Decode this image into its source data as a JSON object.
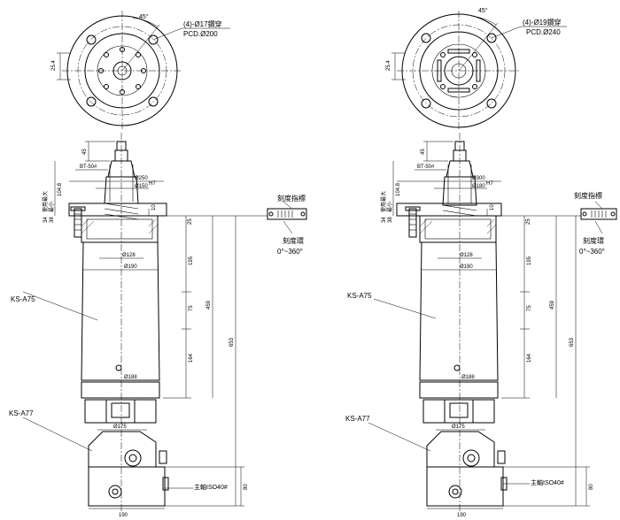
{
  "left": {
    "angle": "45°",
    "hole_note": "(4)-Ø17鑽穿",
    "pcd": "PCD.Ø200",
    "depth_label": "25.4",
    "bt_label": "BT-50#",
    "dim_250": "Ø250",
    "dim_150": "Ø150",
    "fit_150": "H7",
    "dim_45": "45",
    "dim_104": "104.8",
    "dim_10": "10",
    "dim_25": "25",
    "side_34": "34",
    "side_38": "38",
    "side_text1": "使用最大",
    "side_text2": "最小",
    "scale_label": "刻度指標",
    "ring_label": "刻度環",
    "range": "0°~360°",
    "dim_128": "Ø128",
    "dim_190_top": "Ø190",
    "dim_195": "195",
    "dim_459": "459",
    "dim_653": "653",
    "dim_75": "75",
    "dim_164": "164",
    "ka75": "KS-A75",
    "dim_188": "Ø188",
    "ka77": "KS-A77",
    "dim_175": "Ø175",
    "dim_80": "80",
    "spindle": "主軸ISO40#",
    "dim_190_bottom": "190"
  },
  "right": {
    "angle": "45°",
    "hole_note": "(4)-Ø19鑽穿",
    "pcd": "PCD.Ø240",
    "depth_label": "25.4",
    "bt_label": "BT-50#",
    "dim_300": "Ø300",
    "dim_180": "Ø180",
    "fit_180": "H7",
    "dim_45": "45",
    "dim_104": "104.8",
    "dim_10": "10",
    "dim_25": "25",
    "side_34": "34",
    "side_38": "38",
    "side_text1": "使用最大",
    "side_text2": "最小",
    "scale_label": "刻度指標",
    "ring_label": "刻度環",
    "range": "0°~360°",
    "dim_128": "Ø128",
    "dim_190_top": "Ø190",
    "dim_195": "195",
    "dim_459": "459",
    "dim_653": "653",
    "dim_75": "75",
    "dim_164": "164",
    "ka75": "KS-A75",
    "dim_188": "Ø188",
    "ka77": "KS-A77",
    "dim_175": "Ø175",
    "dim_80": "80",
    "spindle": "主軸ISO40#",
    "dim_190_bottom": "190"
  }
}
